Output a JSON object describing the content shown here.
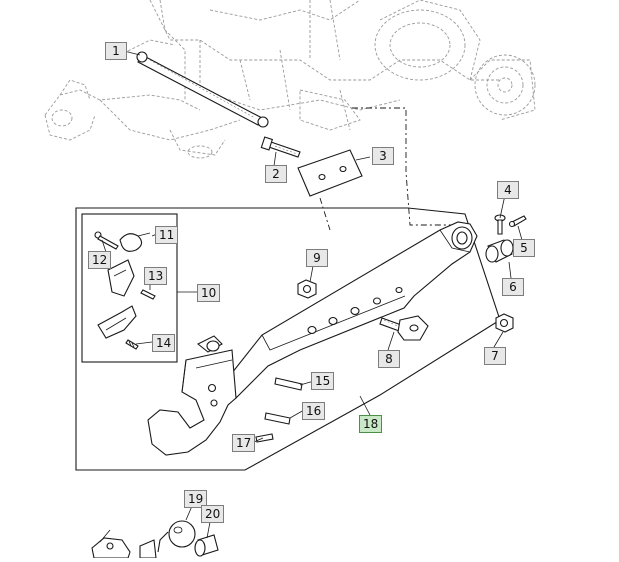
{
  "callouts": {
    "c1": "1",
    "c2": "2",
    "c3": "3",
    "c4": "4",
    "c5": "5",
    "c6": "6",
    "c7": "7",
    "c8": "8",
    "c9": "9",
    "c10": "10",
    "c11": "11",
    "c12": "12",
    "c13": "13",
    "c14": "14",
    "c15": "15",
    "c16": "16",
    "c17": "17",
    "c18": "18",
    "c19": "19",
    "c20": "20"
  },
  "colors": {
    "callout_bg": "#e8e8e8",
    "highlight_bg": "#c9e8c6",
    "ink": "#1a1a1a"
  }
}
